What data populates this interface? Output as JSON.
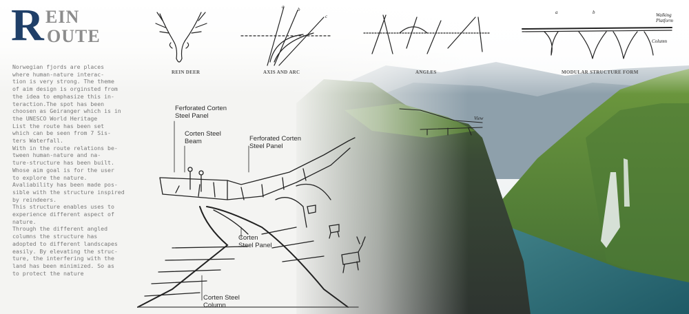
{
  "logo": {
    "letter": "R",
    "line1": "EIN",
    "line2": "OUTE",
    "color": "#1f3f68"
  },
  "description": {
    "paragraphs": [
      "Norwegian fjords are  places\nwhere human-nature interac-\ntion is very strong. The theme\nof aim design is orginsted from\nthe idea to emphasize this in-\nteraction.The spot has been\nchoosen as Geiranger which is in\nthe UNESCO World Heritage\nList the route has been set\nwhich can be seen from 7 Sis-\nters Waterfall.",
      "With  in the route relations be-\ntween human-nature and na-\nture-structure has been built.\nWhose aim goal is for the user\nto explore the nature.",
      "Avaliability has been made pos-\nsible with the structure inspired\nby reindeers.",
      "This structure enables uses to\nexperience different aspect of\nnature.",
      "Through the different angled\ncolumns the structure has\nadopted to different landscapes\neasily. By elevating the struc-\nture, the interfering with the\nland has been minimized. So as\nto protect the nature"
    ]
  },
  "sketch_labels": {
    "rein_deer": "REIN DEER",
    "axis_arc": "AXIS AND ARC",
    "angles": "ANGLES",
    "modular": "MODULAR STRUCTURE FORM"
  },
  "sketch_marks": {
    "a": "a",
    "b": "b",
    "c": "c",
    "walking_platform": "Walking\nPlatform",
    "column": "Column",
    "view": "View"
  },
  "annotations": {
    "perforated_panel_1": "Ferforated Corten\nSteel Panel",
    "corten_beam": "Corten Steel\nBeam",
    "perforated_panel_2": "Ferforated Corten\nSteel Panel",
    "corten_panel": "Corten\nSteel Panel",
    "corten_column": "Corten Steel\nColumn"
  }
}
